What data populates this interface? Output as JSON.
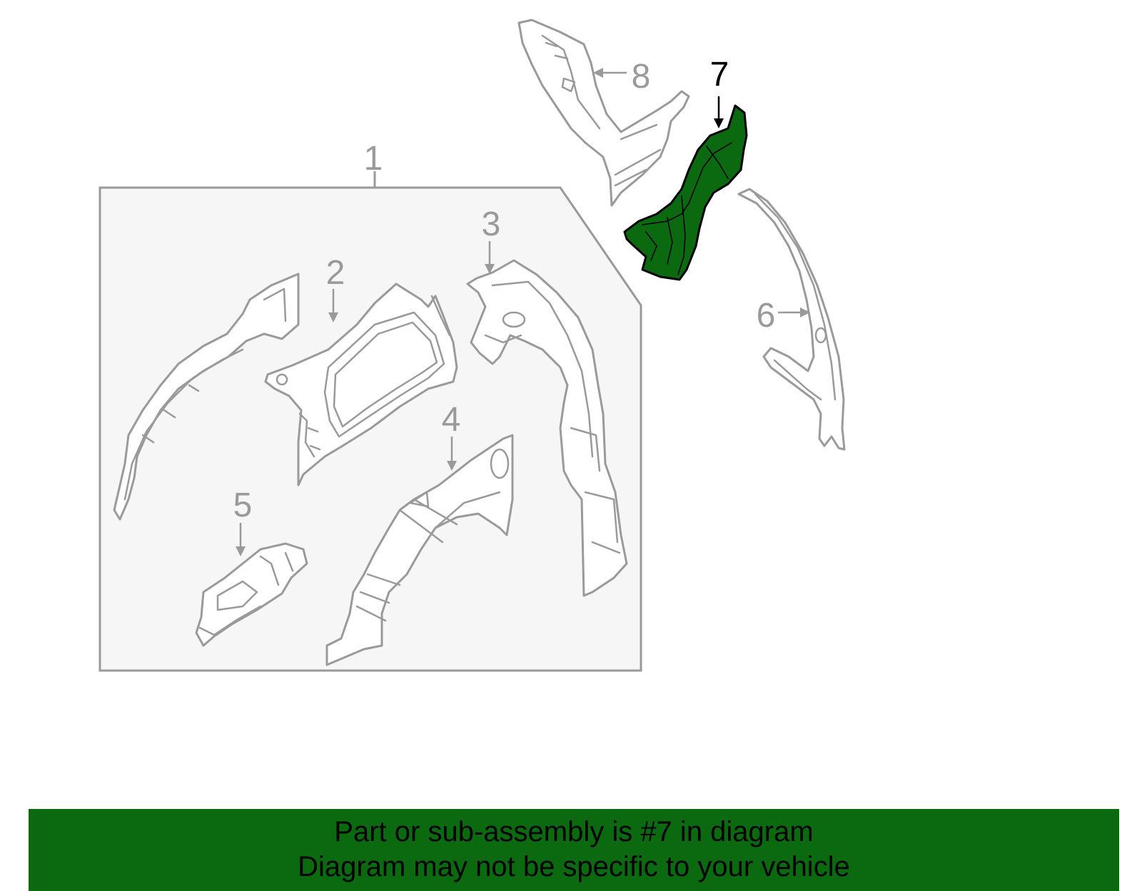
{
  "diagram": {
    "callouts": [
      {
        "id": "1",
        "label": "1"
      },
      {
        "id": "2",
        "label": "2"
      },
      {
        "id": "3",
        "label": "3"
      },
      {
        "id": "4",
        "label": "4"
      },
      {
        "id": "5",
        "label": "5"
      },
      {
        "id": "6",
        "label": "6"
      },
      {
        "id": "7",
        "label": "7"
      },
      {
        "id": "8",
        "label": "8"
      }
    ],
    "highlighted_part": "7",
    "colors": {
      "highlight": "#0b6a10",
      "part_outline": "#9a9a9a",
      "assembly_box_fill": "#f6f6f6",
      "footer_bg": "#0b6a10"
    }
  },
  "footer": {
    "line1": "Part or sub-assembly is #7 in diagram",
    "line2": "Diagram may not be specific to your vehicle"
  }
}
